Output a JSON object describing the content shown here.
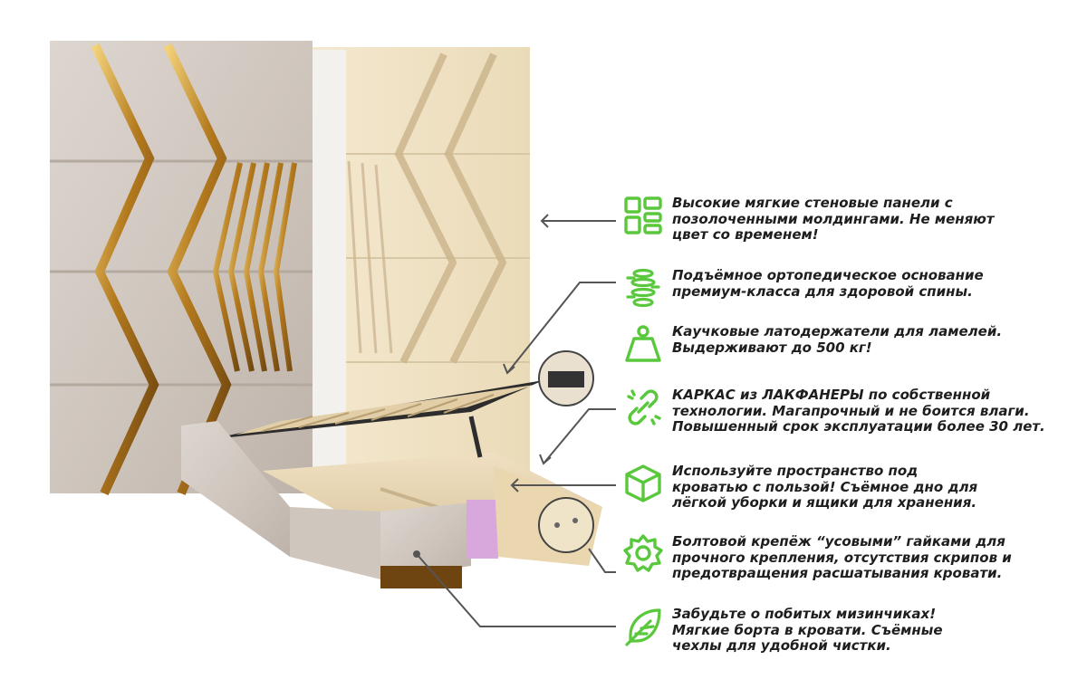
{
  "accent_color": "#5ac83c",
  "features": [
    {
      "icon": "panels-icon",
      "lines": [
        "Высокие мягкие стеновые панели с",
        "позолоченными молдингами. Не меняют",
        "цвет со временем!"
      ]
    },
    {
      "icon": "spine-icon",
      "lines": [
        "Подъёмное ортопедическое основание",
        "премиум-класса для здоровой спины."
      ]
    },
    {
      "icon": "weight-icon",
      "lines": [
        "Каучковые латодержатели для ламелей.",
        "Выдерживают до 500 кг!"
      ]
    },
    {
      "icon": "link-icon",
      "lines": [
        "КАРКАС из ЛАКФАНЕРЫ по собственной",
        "технологии. Магапрочный и не боится влаги.",
        "Повышенный срок эксплуатации более 30 лет."
      ]
    },
    {
      "icon": "box-icon",
      "lines": [
        "Используйте пространство под",
        "кроватью с пользой! Съёмное дно для",
        "лёгкой уборки и ящики для хранения."
      ]
    },
    {
      "icon": "nut-icon",
      "lines": [
        "Болтовой крепёж “усовыми” гайками для",
        "прочного крепления, отсутствия скрипов и",
        "предотвращения расшатывания кровати."
      ]
    },
    {
      "icon": "feather-icon",
      "lines": [
        "Забудьте о побитых мизинчиках!",
        "Мягкие борта в кровати. Съёмные",
        "чехлы для удобной чистки."
      ]
    }
  ]
}
